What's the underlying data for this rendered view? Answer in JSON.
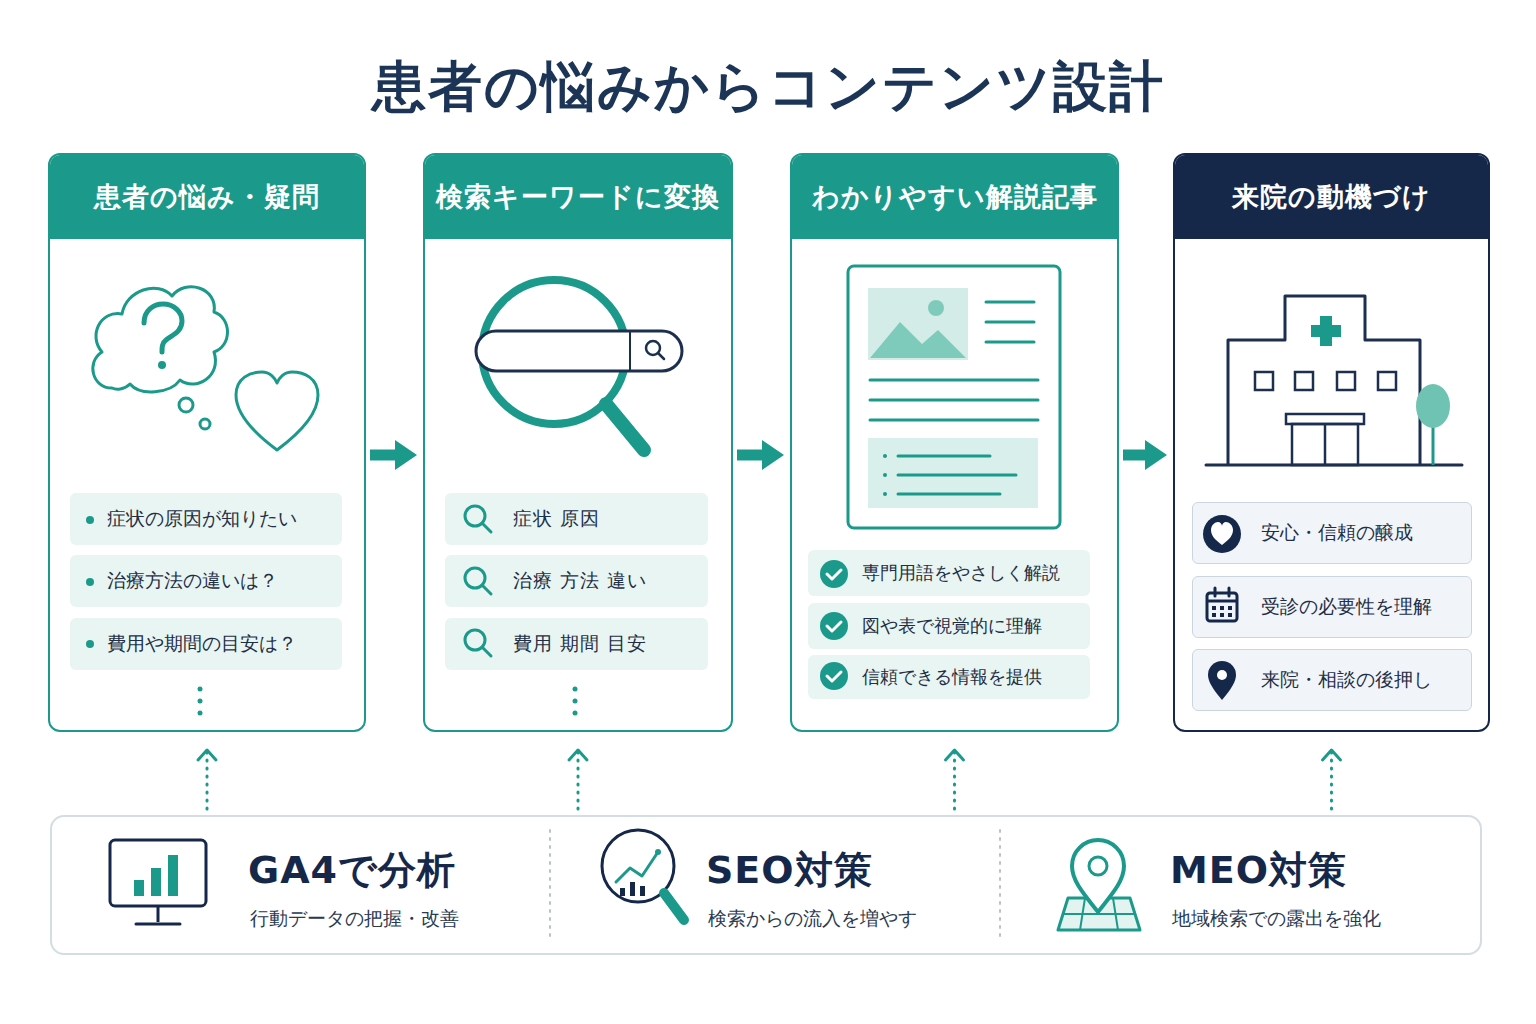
{
  "diagram": {
    "title": "患者の悩みからコンテンツ設計",
    "nodes": [
      {
        "text": [
          "患者の悩み・疑問"
        ]
      },
      {
        "text": [
          "症状の原因が知りたい"
        ],
        "in": 0
      },
      {
        "text": [
          "治療方法の違いは？"
        ],
        "in": 0
      },
      {
        "text": [
          "費用や期間の目安は？"
        ],
        "in": 0
      },
      {
        "text": [
          "検索キーワードに変換"
        ]
      },
      {
        "text": [
          "症状 原因"
        ],
        "in": 4
      },
      {
        "text": [
          "治療 方法 違い"
        ],
        "in": 4
      },
      {
        "text": [
          "費用 期間 目安"
        ],
        "in": 4
      },
      {
        "text": [
          "わかりやすい解説記事"
        ]
      },
      {
        "text": [
          "専門用語をやさしく解説"
        ],
        "in": 8
      },
      {
        "text": [
          "図や表で視覚的に理解"
        ],
        "in": 8
      },
      {
        "text": [
          "信頼できる情報を提供"
        ],
        "in": 8
      },
      {
        "text": [
          "来院の動機づけ"
        ]
      },
      {
        "text": [
          "安心・信頼の醸成"
        ],
        "in": 12
      },
      {
        "text": [
          "受診の必要性を理解"
        ],
        "in": 12
      },
      {
        "text": [
          "来院・相談の後押し"
        ],
        "in": 12
      },
      {
        "text": [
          "GA4で分析",
          "行動データの把握・改善",
          "SEO対策",
          "検索からの流入を増やす",
          "MEO対策",
          "地域検索での露出を強化"
        ]
      }
    ],
    "edges": [
      {
        "from": 0,
        "to": 4,
        "arrow": "to"
      },
      {
        "from": 4,
        "to": 8,
        "arrow": "to"
      },
      {
        "from": 8,
        "to": 12,
        "arrow": "to"
      },
      {
        "from": 16,
        "to": 0,
        "arrow": "to"
      },
      {
        "from": 16,
        "to": 4,
        "arrow": "to"
      },
      {
        "from": 16,
        "to": 8,
        "arrow": "to"
      },
      {
        "from": 16,
        "to": 12,
        "arrow": "to"
      }
    ]
  }
}
